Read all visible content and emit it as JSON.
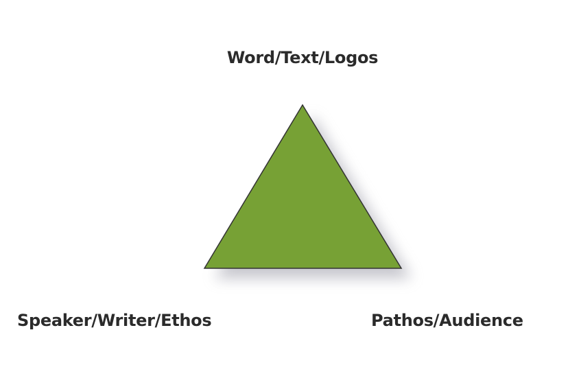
{
  "labels": {
    "top": "Word/Text/Logos",
    "left": "Speaker/Writer/Ethos",
    "right": "Pathos/Audience"
  },
  "colors": {
    "triangle_fill": "#77a135",
    "triangle_stroke": "#333333",
    "text": "#2b2b2b"
  }
}
